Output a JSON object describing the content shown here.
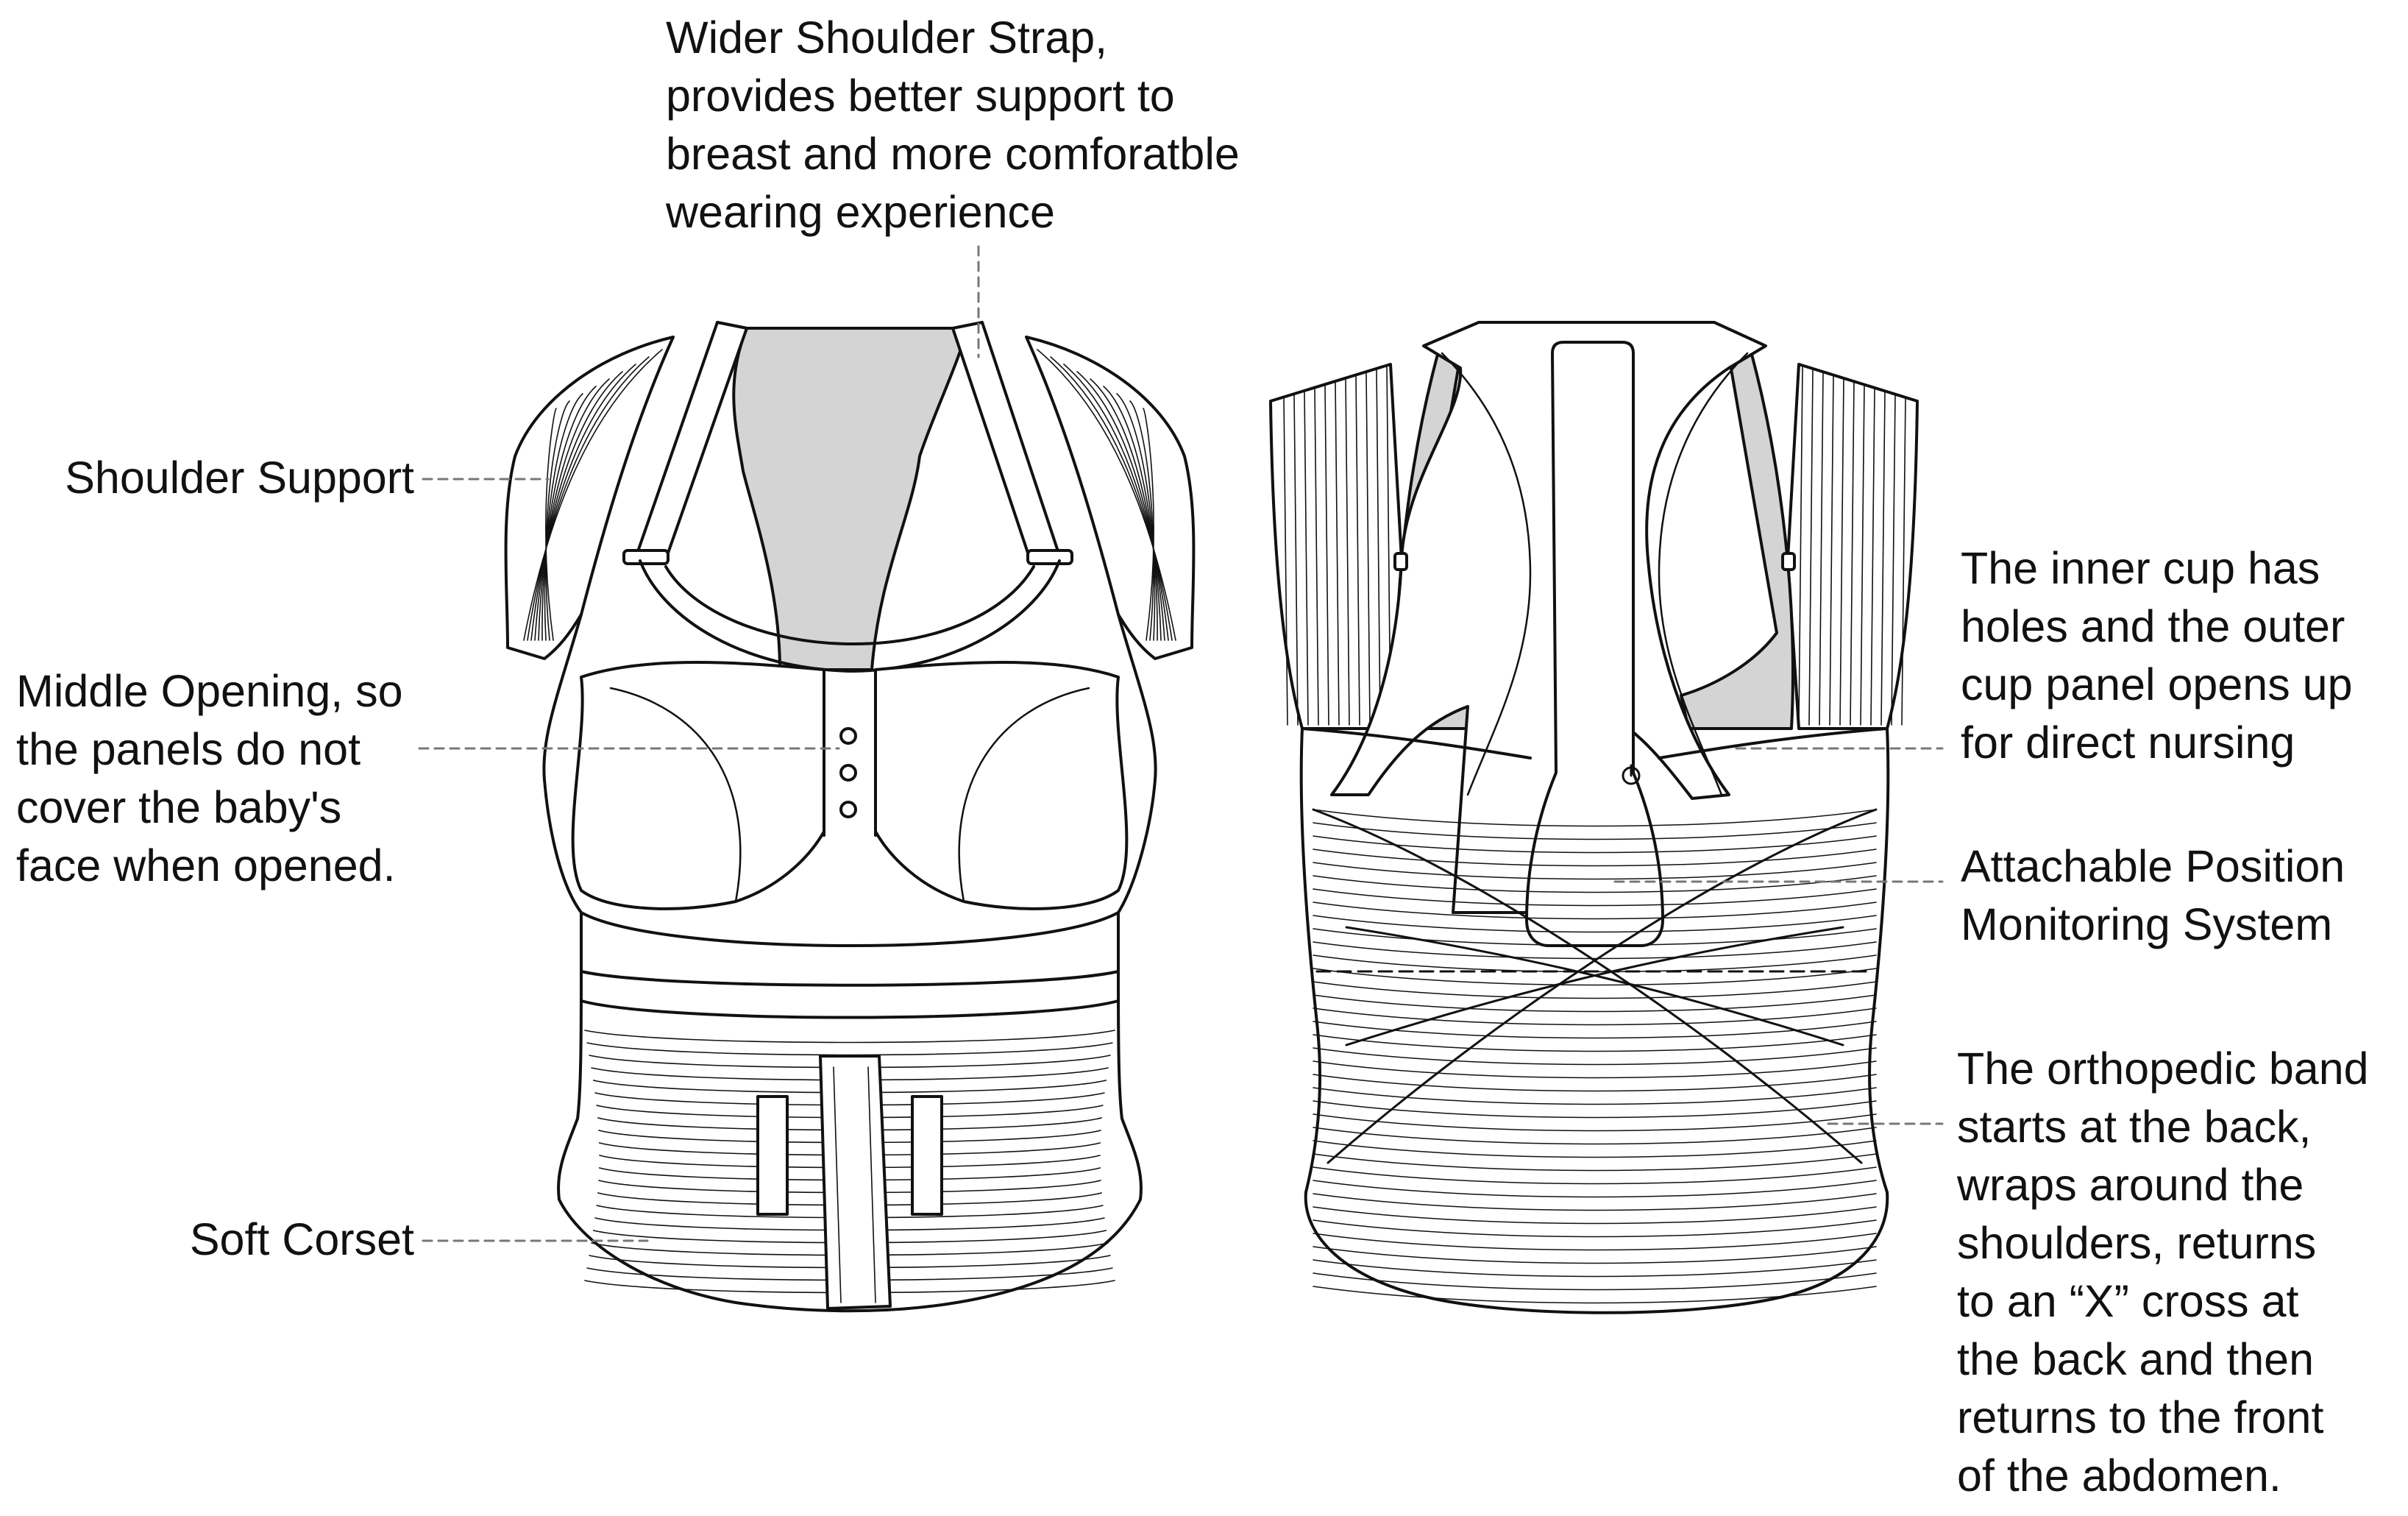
{
  "colors": {
    "line": "#111111",
    "fill": "#ffffff",
    "shade": "#d4d4d4",
    "leader": "#777777"
  },
  "annotations": {
    "wider_strap": [
      "Wider Shoulder Strap,",
      "provides better support to",
      "breast and more comforatble",
      "wearing experience"
    ],
    "shoulder_support": [
      "Shoulder Support"
    ],
    "middle_opening": [
      "Middle Opening, so",
      "the panels do not",
      "cover the baby's",
      "face when opened."
    ],
    "soft_corset": [
      "Soft Corset"
    ],
    "inner_cup": [
      "The inner cup has",
      "holes and the outer",
      "cup panel opens up",
      "for direct nursing"
    ],
    "monitoring": [
      "Attachable Position",
      "Monitoring System"
    ],
    "orthopedic_band": [
      "The orthopedic band",
      "starts at the back,",
      "wraps around the",
      "shoulders, returns",
      "to an “X” cross at",
      "the back and then",
      "returns to the front",
      "of the abdomen."
    ]
  }
}
